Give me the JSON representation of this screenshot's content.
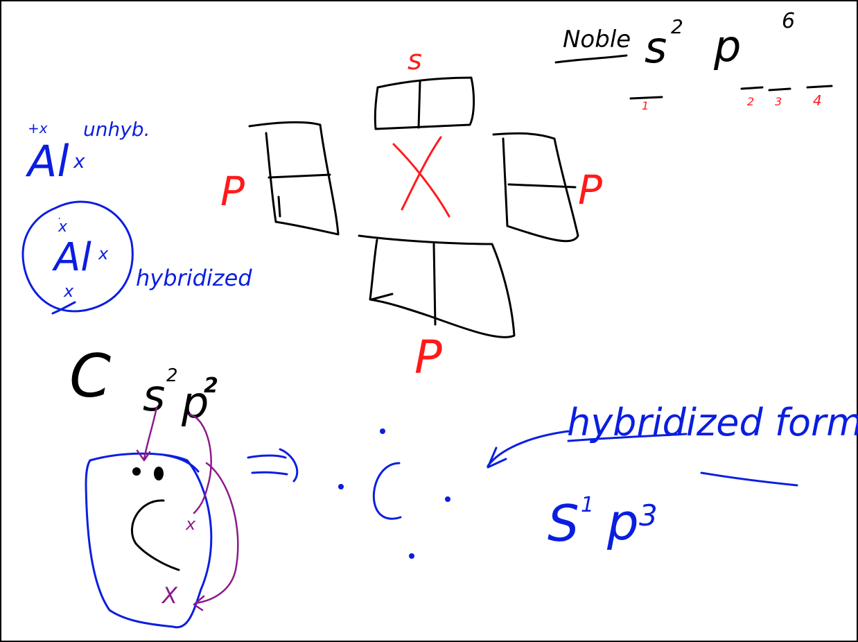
{
  "colors": {
    "black": "#000000",
    "blue": "#0a1ee0",
    "red": "#ff1a1a",
    "purple": "#8b1a8b"
  },
  "labels": {
    "noble": "Noble",
    "noble_config_s": "s",
    "noble_config_s_exp": "2",
    "noble_config_p": "p",
    "noble_config_p_exp": "6",
    "orbital_blanks": [
      "1",
      "2",
      "3",
      "4"
    ],
    "s_label": "s",
    "p_left": "P",
    "p_right": "P",
    "p_bottom": "P",
    "al_unhyb_marks": "+x",
    "al_unhyb": "Al",
    "al_unhyb_x": "x",
    "unhyb_word": "unhyb.",
    "al_hyb": "Al",
    "hybridized": "hybridized",
    "carbon": "C",
    "carbon_s": "s",
    "carbon_s_exp": "2",
    "carbon_p": "p",
    "carbon_p_exp": "2",
    "hybridized_form": "hybridized form",
    "hybrid_config_s": "S",
    "hybrid_config_s_exp": "1",
    "hybrid_config_p": "p",
    "hybrid_config_p_exp": "3"
  }
}
